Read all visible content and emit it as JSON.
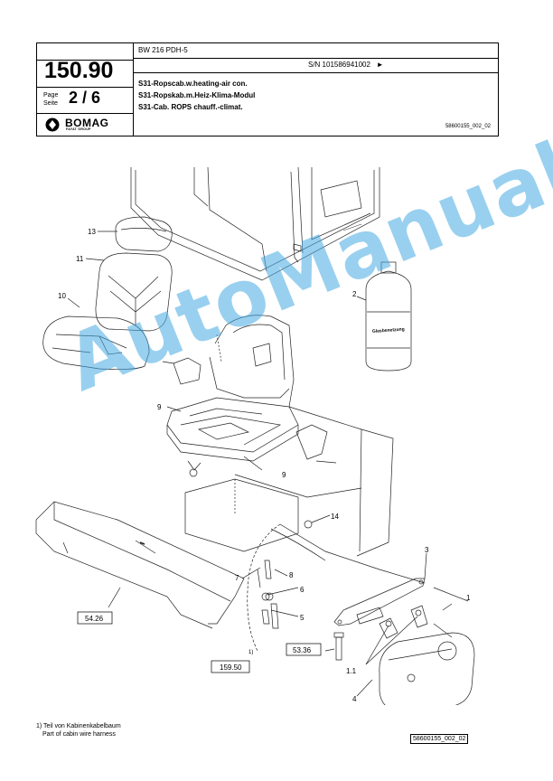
{
  "header": {
    "section_number": "150.90",
    "page_label_de": "Page",
    "page_label_en": "Seite",
    "page_value": "2 / 6",
    "brand": "BOMAG",
    "brand_sub": "FAYAT GROUP",
    "model": "BW 216 PDH-5",
    "serial": "S/N 101586941002",
    "serial_marker": "►",
    "title_en": "S31-Ropscab.w.heating-air con.",
    "title_de": "S31-Ropskab.m.Heiz-Klima-Modul",
    "title_fr": "S31-Cab. ROPS chauff.-climat.",
    "doc_ref": "58600155_002_02"
  },
  "callouts": {
    "c1": "1",
    "c2": "2",
    "c3": "3",
    "c4": "4",
    "c5": "5",
    "c6": "6",
    "c7": "7",
    "c8": "8",
    "c9a": "9",
    "c9b": "9",
    "c10": "10",
    "c11": "11",
    "c13": "13",
    "c14": "14",
    "c11b": "1.1",
    "fn": "1)"
  },
  "refs": {
    "r1": "54.26",
    "r2": "53.36",
    "r3": "159.50"
  },
  "bottle_label": "Glasbenetzung",
  "footnote": {
    "line1": "1) Teil von Kabinenkabelbaum",
    "line2": "Part of cabin wire harness"
  },
  "footer_ref": "58600155_002_02",
  "watermark": "AutoManual"
}
